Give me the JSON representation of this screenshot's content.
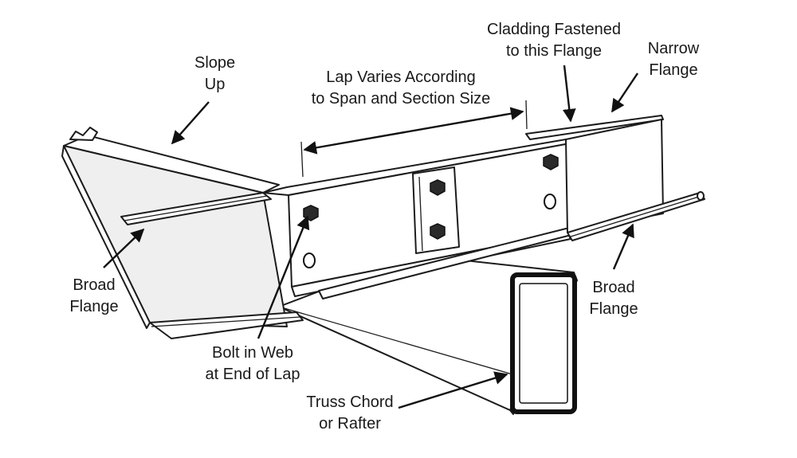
{
  "labels": {
    "slope_up": [
      "Slope",
      "Up"
    ],
    "lap": [
      "Lap Varies According",
      "to Span and Section Size"
    ],
    "cladding": [
      "Cladding Fastened",
      "to this Flange"
    ],
    "narrow_flange": [
      "Narrow",
      "Flange"
    ],
    "broad_flange_left": [
      "Broad",
      "Flange"
    ],
    "broad_flange_right": [
      "Broad",
      "Flange"
    ],
    "bolt": [
      "Bolt in Web",
      "at End of Lap"
    ],
    "truss": [
      "Truss Chord",
      "or Rafter"
    ]
  },
  "colors": {
    "line": "#1c1c1c",
    "background": "#ffffff",
    "steel_shade": "#efefef",
    "bolt": "#2a2a2a"
  },
  "icons": {
    "bolt": "hex-bolt-icon",
    "hole": "bolt-hole-icon",
    "arrow": "leader-arrow-icon"
  }
}
